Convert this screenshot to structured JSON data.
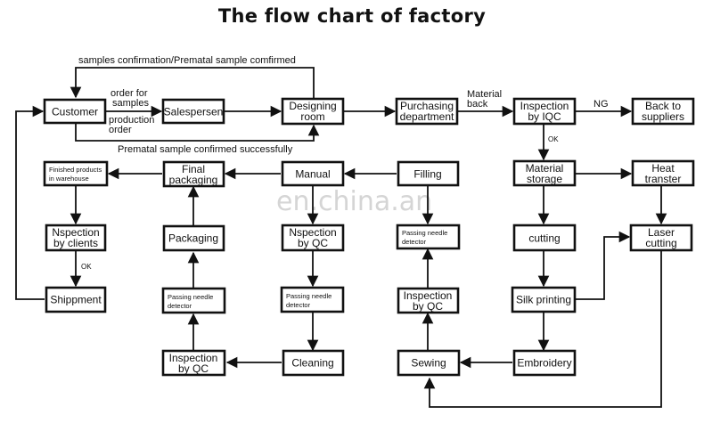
{
  "title": "The flow chart of   factory",
  "watermark": "en.china.an",
  "nodes": {
    "customer": [
      "Customer"
    ],
    "salesperson": [
      "Salespersen"
    ],
    "designing_room": [
      "Designing",
      "room"
    ],
    "purchasing": [
      "Purchasing",
      "department"
    ],
    "inspection_iqc": [
      "Inspection",
      "by IQC"
    ],
    "back_to_suppliers": [
      "Back to",
      "suppliers"
    ],
    "finished_warehouse": [
      "Finished products",
      "in warehouse"
    ],
    "final_packaging": [
      "Final",
      "packaging"
    ],
    "manual": [
      "Manual"
    ],
    "filling": [
      "Filling"
    ],
    "material_storage": [
      "Material",
      "storage"
    ],
    "heat_transfer": [
      "Heat",
      "transter"
    ],
    "inspection_clients": [
      "Nspection",
      "by clients"
    ],
    "packaging": [
      "Packaging"
    ],
    "inspection_qc_1": [
      "Nspection",
      "by QC"
    ],
    "needle_detector_1": [
      "Passing needle",
      "detector"
    ],
    "cutting": [
      "cutting"
    ],
    "laser_cutting": [
      "Laser",
      "cutting"
    ],
    "shipment": [
      "Shippment"
    ],
    "needle_detector_2": [
      "Passing needle",
      "detector"
    ],
    "needle_detector_3": [
      "Passing needle",
      "detector"
    ],
    "inspection_qc_2": [
      "Inspection",
      "by QC"
    ],
    "silk_printing": [
      "Silk printing"
    ],
    "inspection_qc_3": [
      "Inspection",
      "by QC"
    ],
    "cleaning": [
      "Cleaning"
    ],
    "sewing": [
      "Sewing"
    ],
    "embroidery": [
      "Embroidery"
    ]
  },
  "edge_labels": {
    "samples_confirmation": "samples confirmation/Prematal sample comfirmed",
    "order_for_samples": [
      "order for",
      "samples"
    ],
    "production_order": [
      "production",
      "order"
    ],
    "prematal_success": "Prematal sample confirmed successfully",
    "material_back": [
      "Material",
      "back"
    ],
    "ng": "NG",
    "ok_iqc": "OK",
    "ok_clients": "OK"
  }
}
